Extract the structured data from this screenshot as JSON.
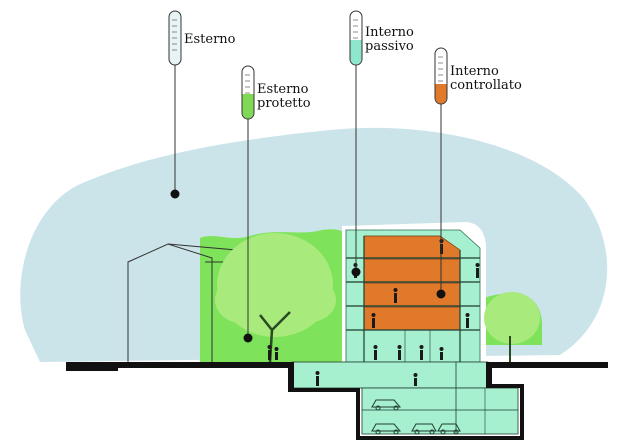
{
  "legend": {
    "zones": [
      {
        "id": "esterno",
        "lines": [
          "Esterno"
        ],
        "fill_color": "#d4eaf0",
        "fill_level": 0.0
      },
      {
        "id": "esterno-protetto",
        "lines": [
          "Esterno",
          "protetto"
        ],
        "fill_color": "#7ed957",
        "fill_level": 0.55
      },
      {
        "id": "interno-passivo",
        "lines": [
          "Interno",
          "passivo"
        ],
        "fill_color": "#8ee6cc",
        "fill_level": 0.45
      },
      {
        "id": "interno-controllato",
        "lines": [
          "Interno",
          "controllato"
        ],
        "fill_color": "#e07a2a",
        "fill_level": 0.35
      }
    ]
  },
  "colors": {
    "sky": "#c9e4ea",
    "green": "#7ee35a",
    "glass": "#a6f0cf",
    "controlled": "#e07a2a",
    "tree": "#a8ea7c",
    "ground": "#111111",
    "line": "#333333"
  }
}
